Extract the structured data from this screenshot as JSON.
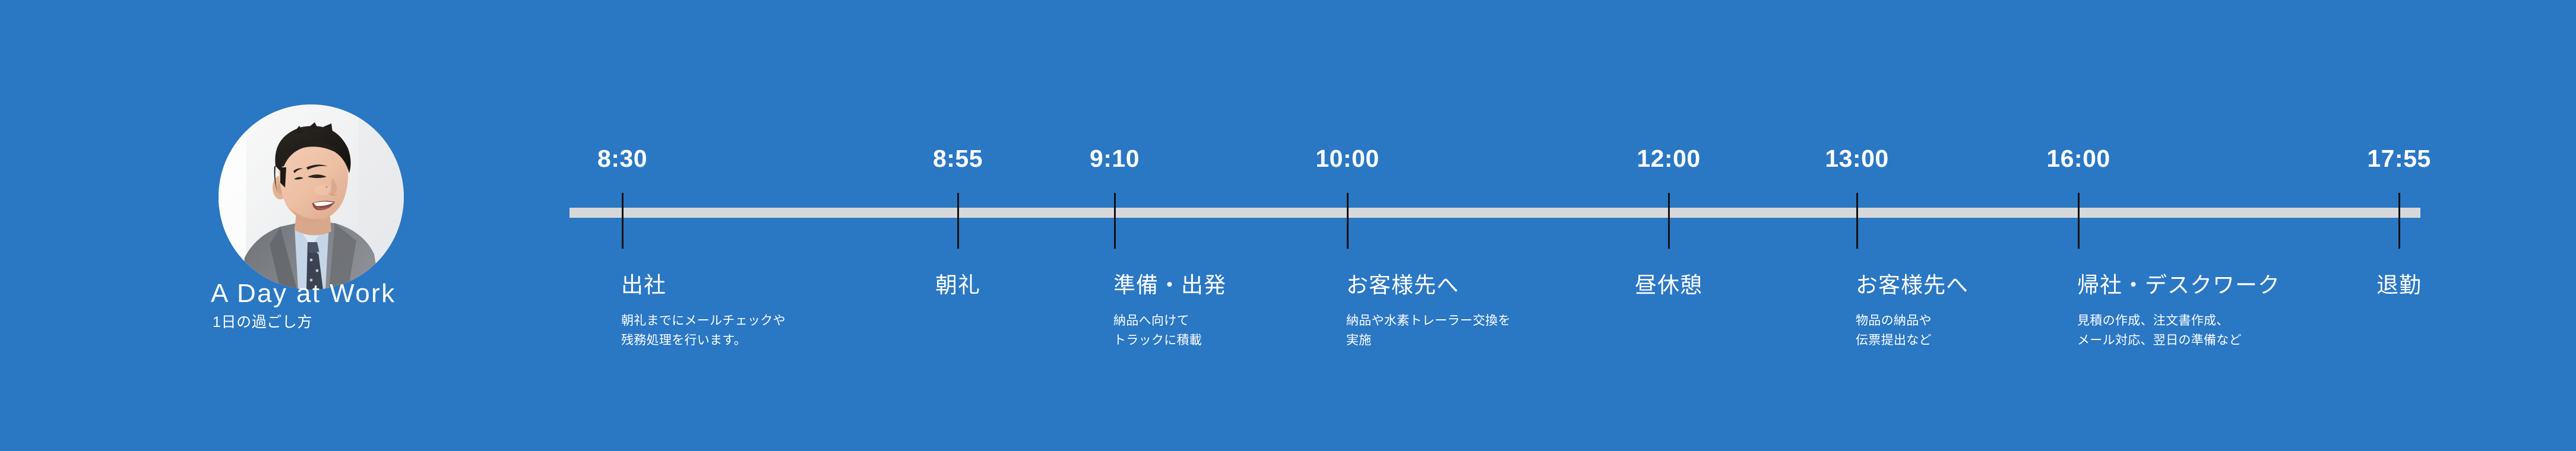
{
  "theme": {
    "background_color": "#2a77c4",
    "bar_color": "#d8d8d8",
    "tick_color": "#111111",
    "text_color": "#ffffff"
  },
  "profile": {
    "title": "A Day at Work",
    "subtitle": "1日の過ごし方",
    "avatar_icon": "portrait-photo-businessman"
  },
  "timeline": {
    "events": [
      {
        "time": "8:30",
        "label": "出社",
        "desc_line1": "朝礼までにメールチェックや",
        "desc_line2": "残務処理を行います。",
        "label_centered": false
      },
      {
        "time": "8:55",
        "label": "朝礼",
        "desc_line1": "",
        "desc_line2": "",
        "label_centered": true
      },
      {
        "time": "9:10",
        "label": "準備・出発",
        "desc_line1": "納品へ向けて",
        "desc_line2": "トラックに積載",
        "label_centered": false
      },
      {
        "time": "10:00",
        "label": "お客様先へ",
        "desc_line1": "納品や水素トレーラー交換を",
        "desc_line2": "実施",
        "label_centered": false
      },
      {
        "time": "12:00",
        "label": "昼休憩",
        "desc_line1": "",
        "desc_line2": "",
        "label_centered": true
      },
      {
        "time": "13:00",
        "label": "お客様先へ",
        "desc_line1": "物品の納品や",
        "desc_line2": "伝票提出など",
        "label_centered": false
      },
      {
        "time": "16:00",
        "label": "帰社・デスクワーク",
        "desc_line1": "見積の作成、注文書作成、",
        "desc_line2": "メール対応、翌日の準備など",
        "label_centered": false
      },
      {
        "time": "17:55",
        "label": "退勤",
        "desc_line1": "",
        "desc_line2": "",
        "label_centered": true
      }
    ]
  }
}
